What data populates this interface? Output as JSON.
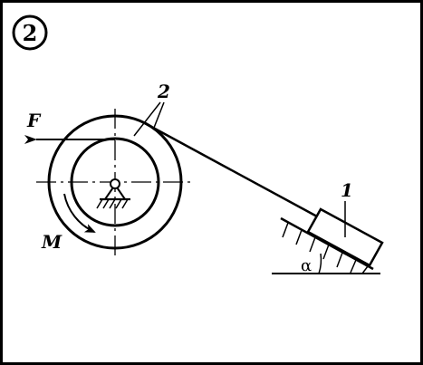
{
  "figure": {
    "number": "2",
    "labels": {
      "force": "F",
      "moment": "M",
      "wheel": "2",
      "block": "1",
      "angle": "α"
    }
  },
  "colors": {
    "ink": "#000000",
    "background": "#ffffff"
  }
}
